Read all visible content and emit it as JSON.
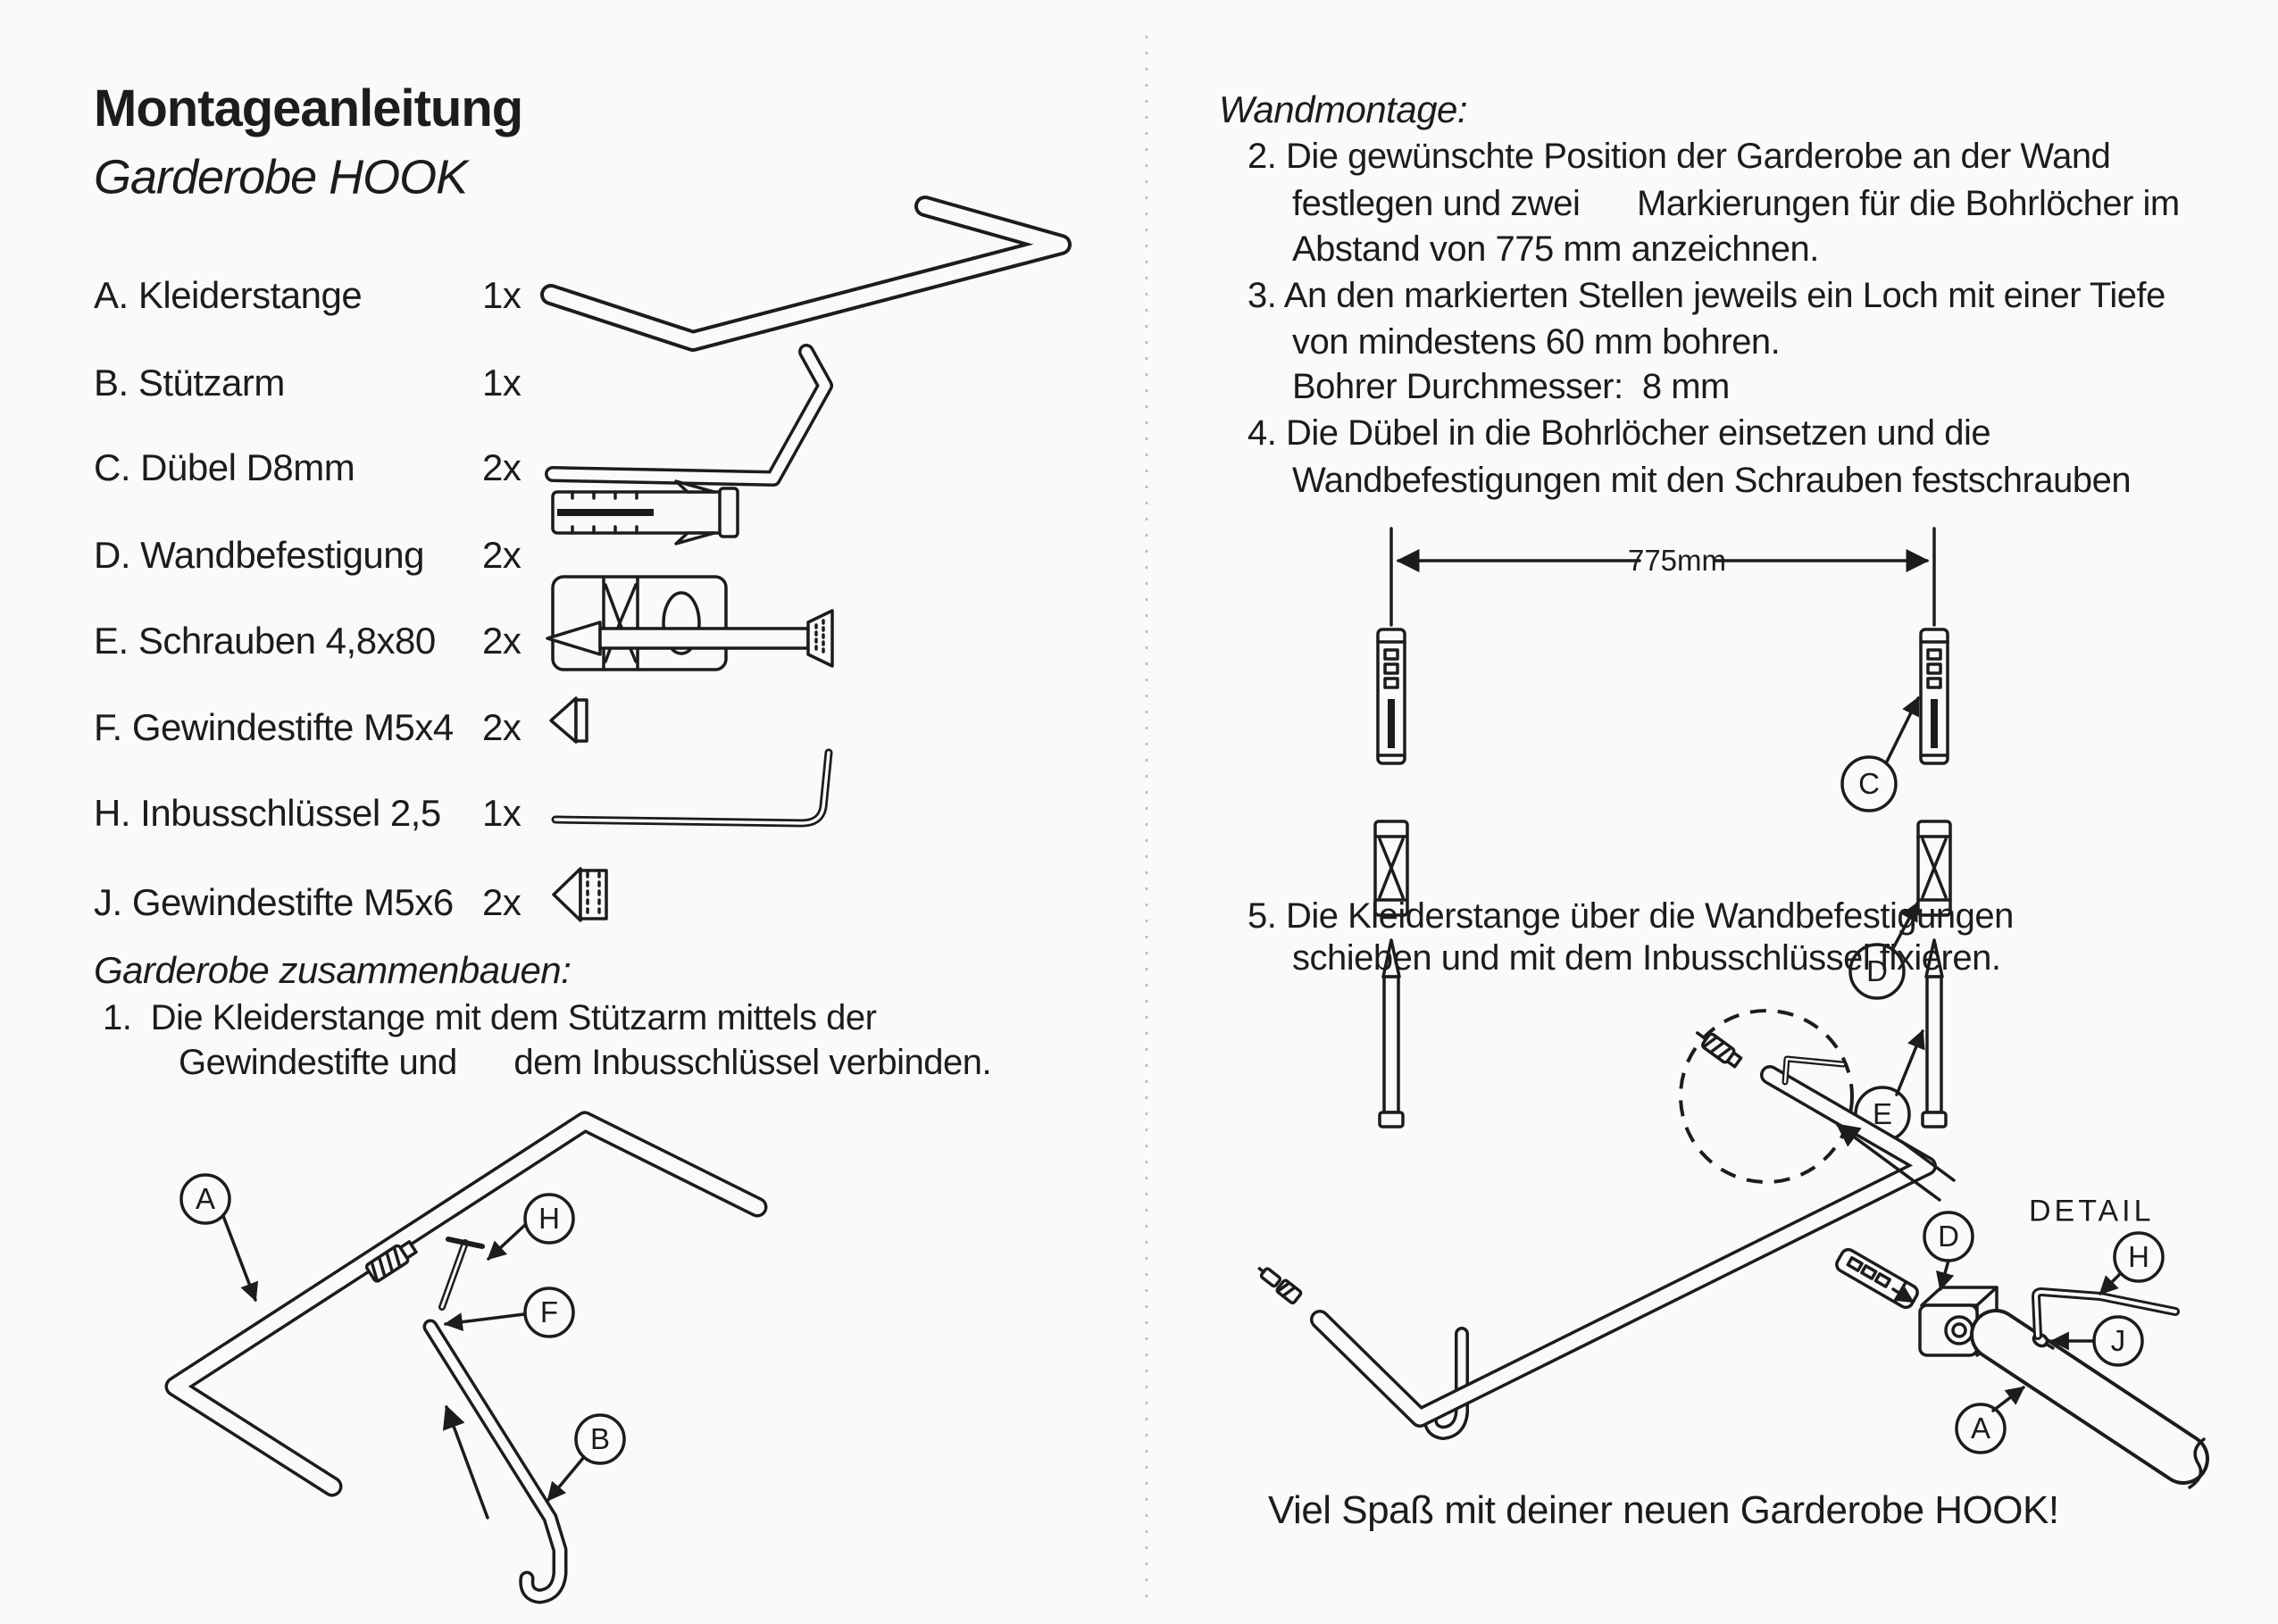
{
  "title": "Montageanleitung",
  "subtitle": "Garderobe HOOK",
  "parts": [
    {
      "label": "A. Kleiderstange",
      "count": "1x"
    },
    {
      "label": "B. Stützarm",
      "count": "1x"
    },
    {
      "label": "C. Dübel D8mm",
      "count": "2x"
    },
    {
      "label": "D. Wandbefestigung",
      "count": "2x"
    },
    {
      "label": "E. Schrauben 4,8x80",
      "count": "2x"
    },
    {
      "label": "F. Gewindestifte M5x4",
      "count": "2x"
    },
    {
      "label": "H. Inbusschlüssel 2,5",
      "count": "1x"
    },
    {
      "label": "J. Gewindestifte M5x6",
      "count": "2x"
    }
  ],
  "assembly": {
    "heading": "Garderobe zusammenbauen:",
    "step1_line1": "1.  Die Kleiderstange mit dem Stützarm mittels der",
    "step1_line2": "Gewindestifte und      dem Inbusschlüssel verbinden."
  },
  "wall": {
    "heading": "Wandmontage:",
    "lines": [
      "2. Die gewünschte Position der Garderobe an der Wand",
      "festlegen und zwei      Markierungen für die Bohrlöcher im",
      "Abstand von 775 mm anzeichnen.",
      "3. An den markierten Stellen jeweils ein Loch mit einer Tiefe",
      "von mindestens 60 mm bohren.",
      "Bohrer Durchmesser:  8 mm",
      "4. Die Dübel in die Bohrlöcher einsetzen und die",
      "Wandbefestigungen mit den Schrauben festschrauben"
    ],
    "dimension": "775mm"
  },
  "step5": {
    "line1": "5. Die Kleiderstange über die Wandbefestigungen",
    "line2": "schieben und mit dem Inbusschlüssel fixieren.",
    "detail_title": "DETAIL"
  },
  "closing": "Viel Spaß mit deiner neuen Garderobe HOOK!",
  "labels": {
    "assembly": [
      "A",
      "H",
      "F",
      "B"
    ],
    "wall": [
      "C",
      "D",
      "E"
    ],
    "detail": [
      "D",
      "H",
      "J",
      "A"
    ]
  },
  "colors": {
    "ink": "#1c1c1c",
    "paper": "#fafafa"
  }
}
